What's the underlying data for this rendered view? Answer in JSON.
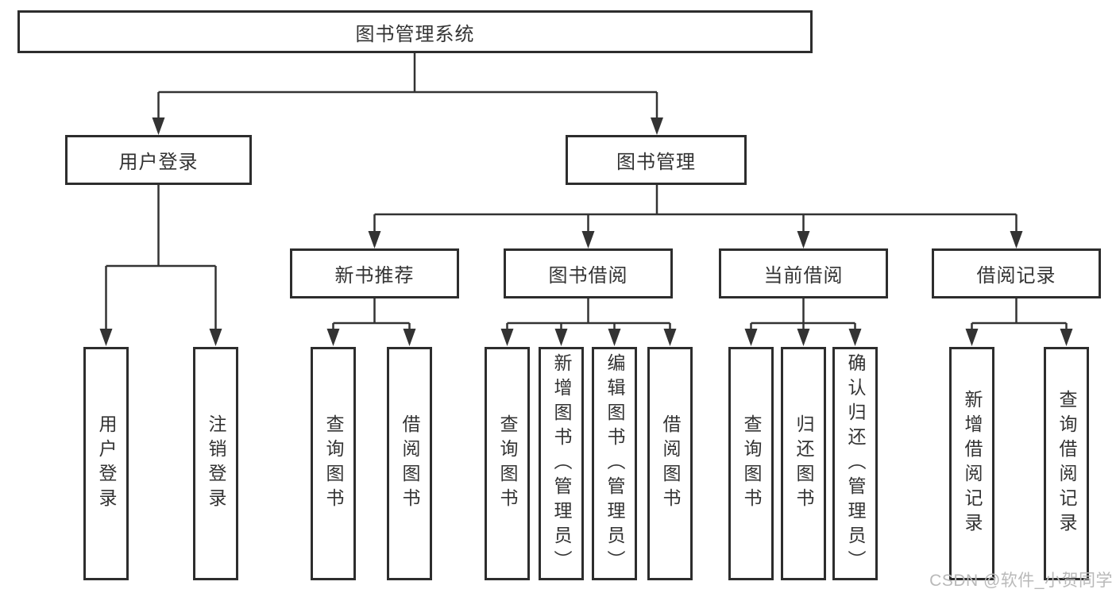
{
  "nodes": {
    "root": "图书管理系统",
    "level2": [
      "用户登录",
      "图书管理"
    ],
    "level3": [
      "新书推荐",
      "图书借阅",
      "当前借阅",
      "借阅记录"
    ],
    "leaves": {
      "user_login": [
        "用户登录",
        "注销登录"
      ],
      "new_book_recommend": [
        "查询图书",
        "借阅图书"
      ],
      "book_borrow": [
        "查询图书",
        "新增图书（管理员）",
        "编辑图书（管理员）",
        "借阅图书"
      ],
      "current_borrow": [
        "查询图书",
        "归还图书",
        "确认归还（管理员）"
      ],
      "borrow_records": [
        "新增借阅记录",
        "查询借阅记录"
      ]
    }
  },
  "watermark": "CSDN @软件_小贺同学",
  "colors": {
    "line": "#333333",
    "box_border": "#2d2d2d",
    "text": "#333333",
    "watermark": "#b9b9b9",
    "background": "#ffffff"
  }
}
